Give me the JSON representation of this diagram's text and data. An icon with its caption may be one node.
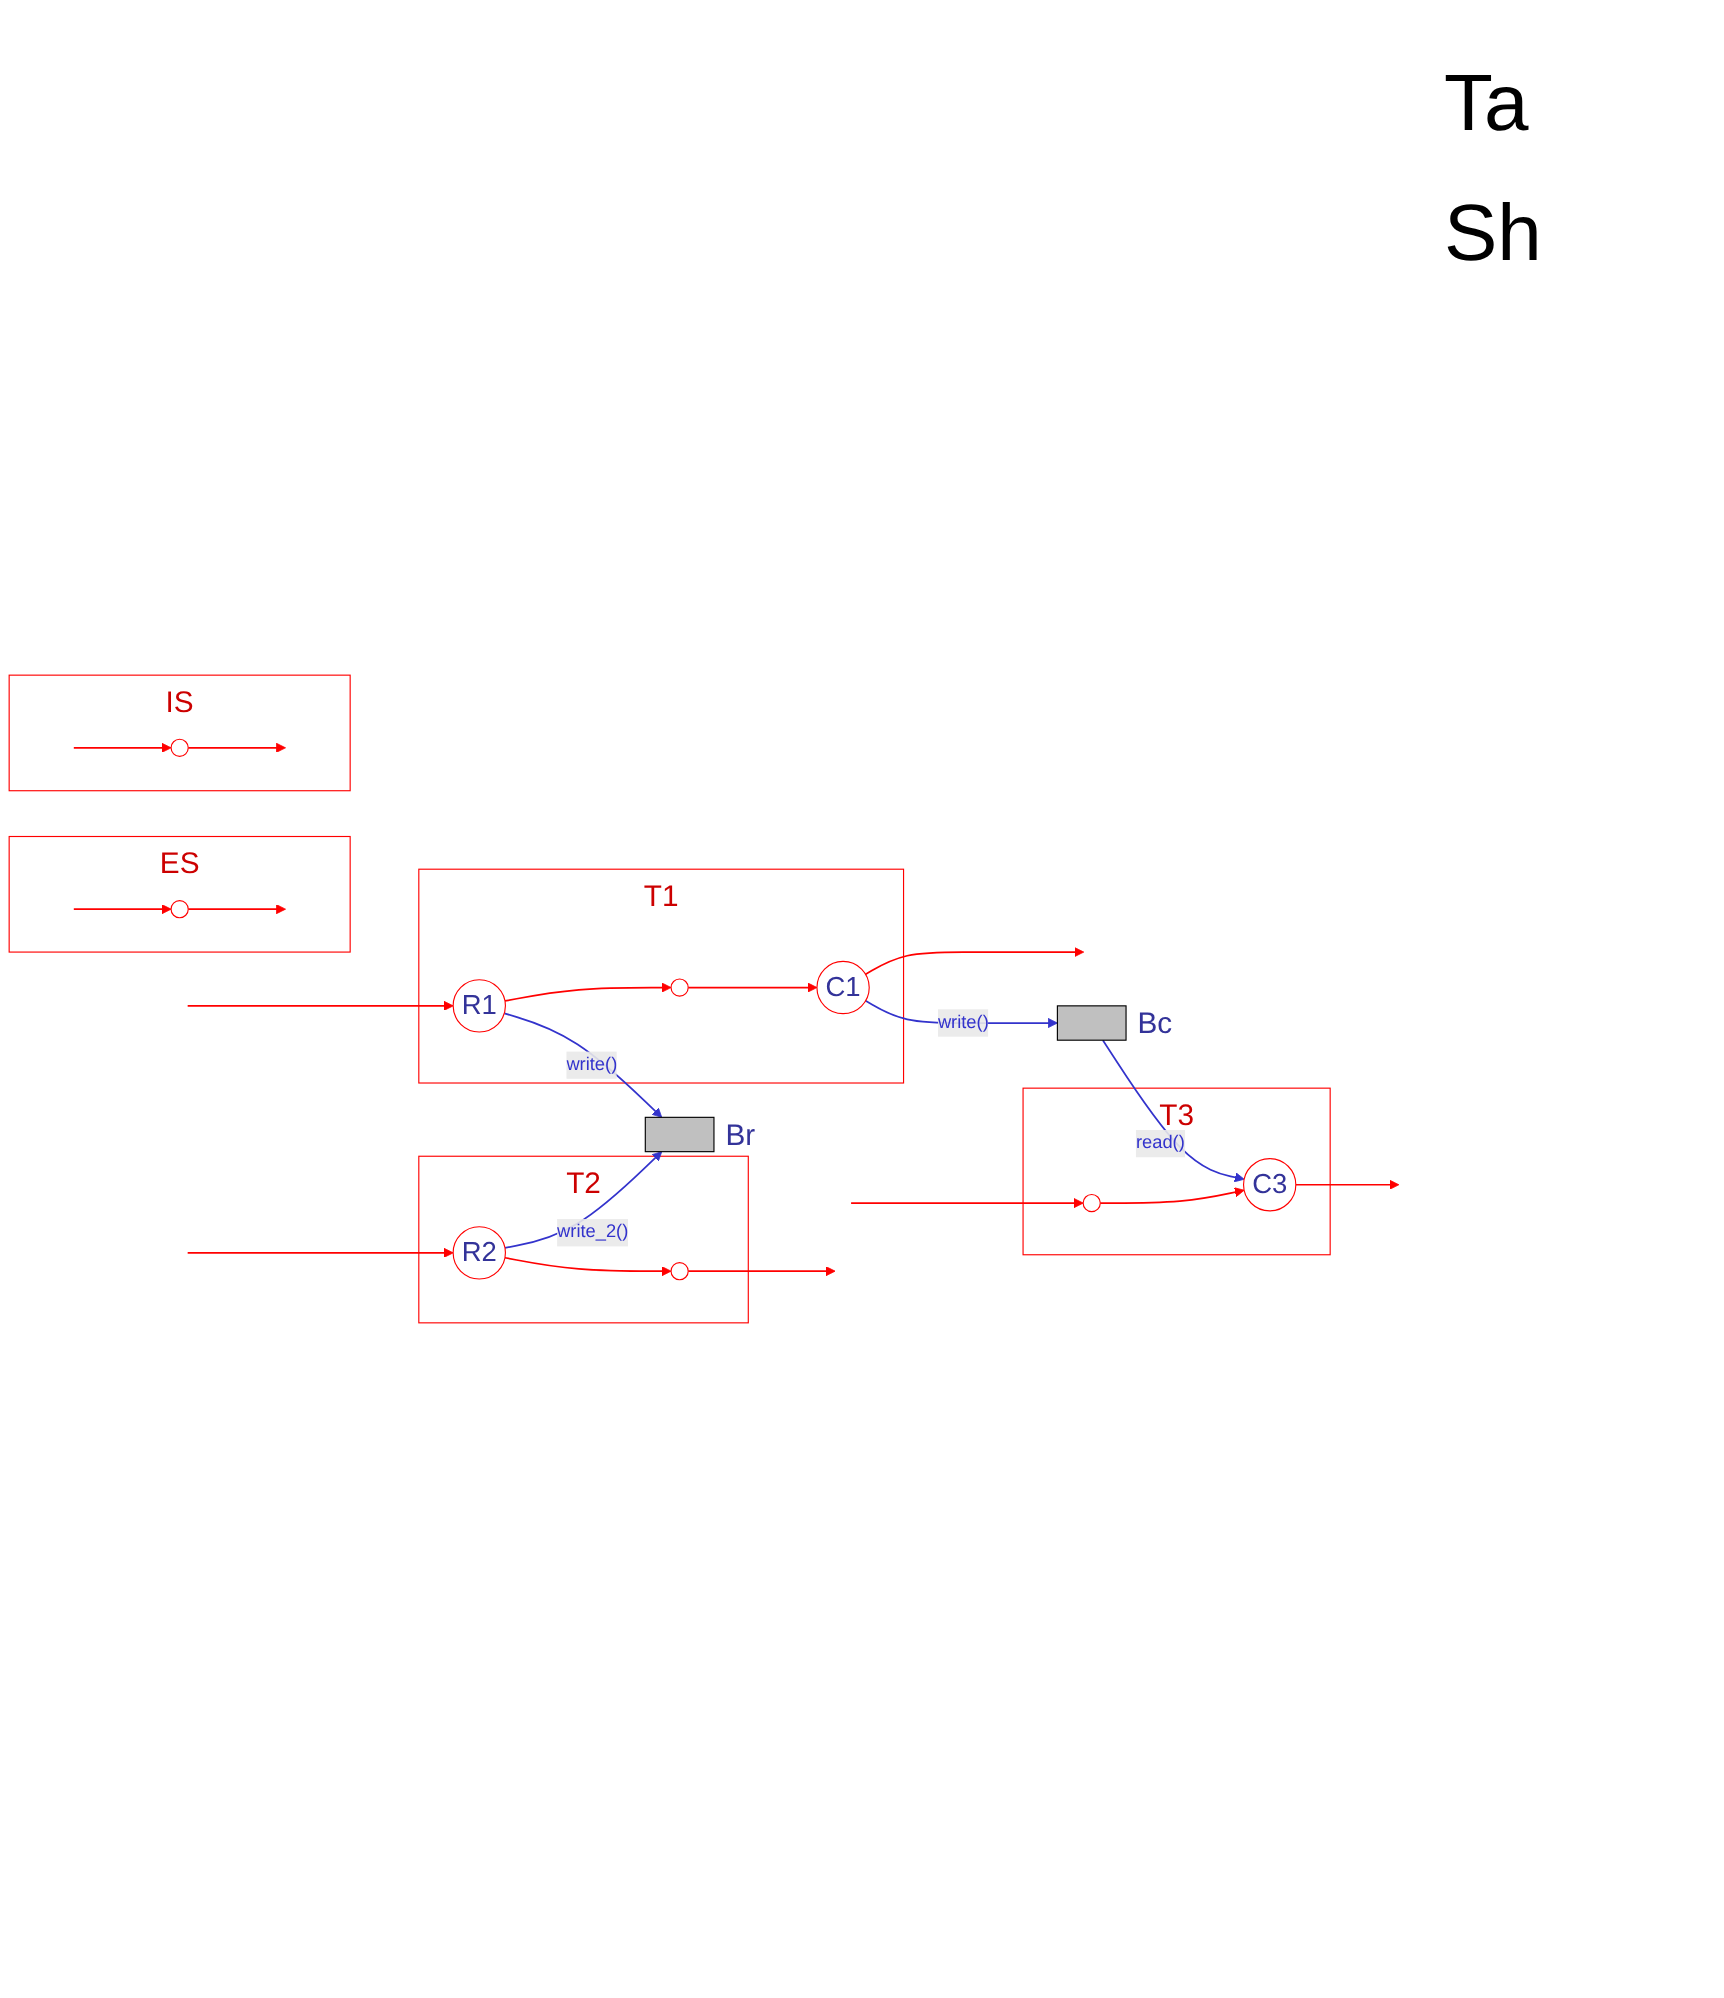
{
  "diagram": {
    "nodes": [
      {
        "text": [
          "ES"
        ]
      },
      {
        "text": [],
        "shape": "circle",
        "in": 0
      },
      {
        "text": [
          "IS"
        ]
      },
      {
        "text": [],
        "shape": "circle",
        "in": 2
      },
      {
        "text": [
          "T1"
        ]
      },
      {
        "text": [
          "R1"
        ],
        "in": 4
      },
      {
        "text": [],
        "shape": "circle",
        "in": 4
      },
      {
        "text": [
          "C1"
        ],
        "in": 4
      },
      {
        "text": [],
        "shape": "box",
        "beside": [
          "Br"
        ]
      },
      {
        "text": [
          "T2"
        ]
      },
      {
        "text": [
          "R2"
        ],
        "in": 9
      },
      {
        "text": [],
        "shape": "circle",
        "in": 9
      },
      {
        "text": [],
        "shape": "box",
        "beside": [
          "Bc"
        ]
      },
      {
        "text": [
          "T3"
        ]
      },
      {
        "text": [],
        "shape": "circle",
        "in": 13
      },
      {
        "text": [
          "C3"
        ],
        "in": 13
      }
    ],
    "edges": [
      {
        "from": null,
        "to": 1,
        "arrow": "to"
      },
      {
        "from": 1,
        "to": null,
        "arrow": "to"
      },
      {
        "from": null,
        "to": 3,
        "arrow": "to"
      },
      {
        "from": 3,
        "to": null,
        "arrow": "to"
      },
      {
        "from": null,
        "to": 5,
        "arrow": "to"
      },
      {
        "from": 5,
        "to": 6,
        "arrow": "to"
      },
      {
        "from": 6,
        "to": 7,
        "arrow": "to"
      },
      {
        "from": 7,
        "to": null,
        "arrow": "to"
      },
      {
        "from": 5,
        "to": 8,
        "arrow": "to",
        "label": "write()",
        "color": "#3333cc"
      },
      {
        "from": 10,
        "to": 8,
        "arrow": "to",
        "label": "write_2()",
        "color": "#3333cc"
      },
      {
        "from": 7,
        "to": 12,
        "arrow": "to",
        "label": "write()",
        "color": "#3333cc"
      },
      {
        "from": null,
        "to": 10,
        "arrow": "to"
      },
      {
        "from": 10,
        "to": 11,
        "arrow": "to"
      },
      {
        "from": 11,
        "to": null,
        "arrow": "to"
      },
      {
        "from": 12,
        "to": 15,
        "arrow": "to",
        "label": "read()",
        "color": "#3333cc"
      },
      {
        "from": null,
        "to": 14,
        "arrow": "to"
      },
      {
        "from": 14,
        "to": 15,
        "arrow": "to"
      },
      {
        "from": 15,
        "to": null,
        "arrow": "to"
      }
    ],
    "labels": [
      "Ta",
      "Sh"
    ]
  }
}
